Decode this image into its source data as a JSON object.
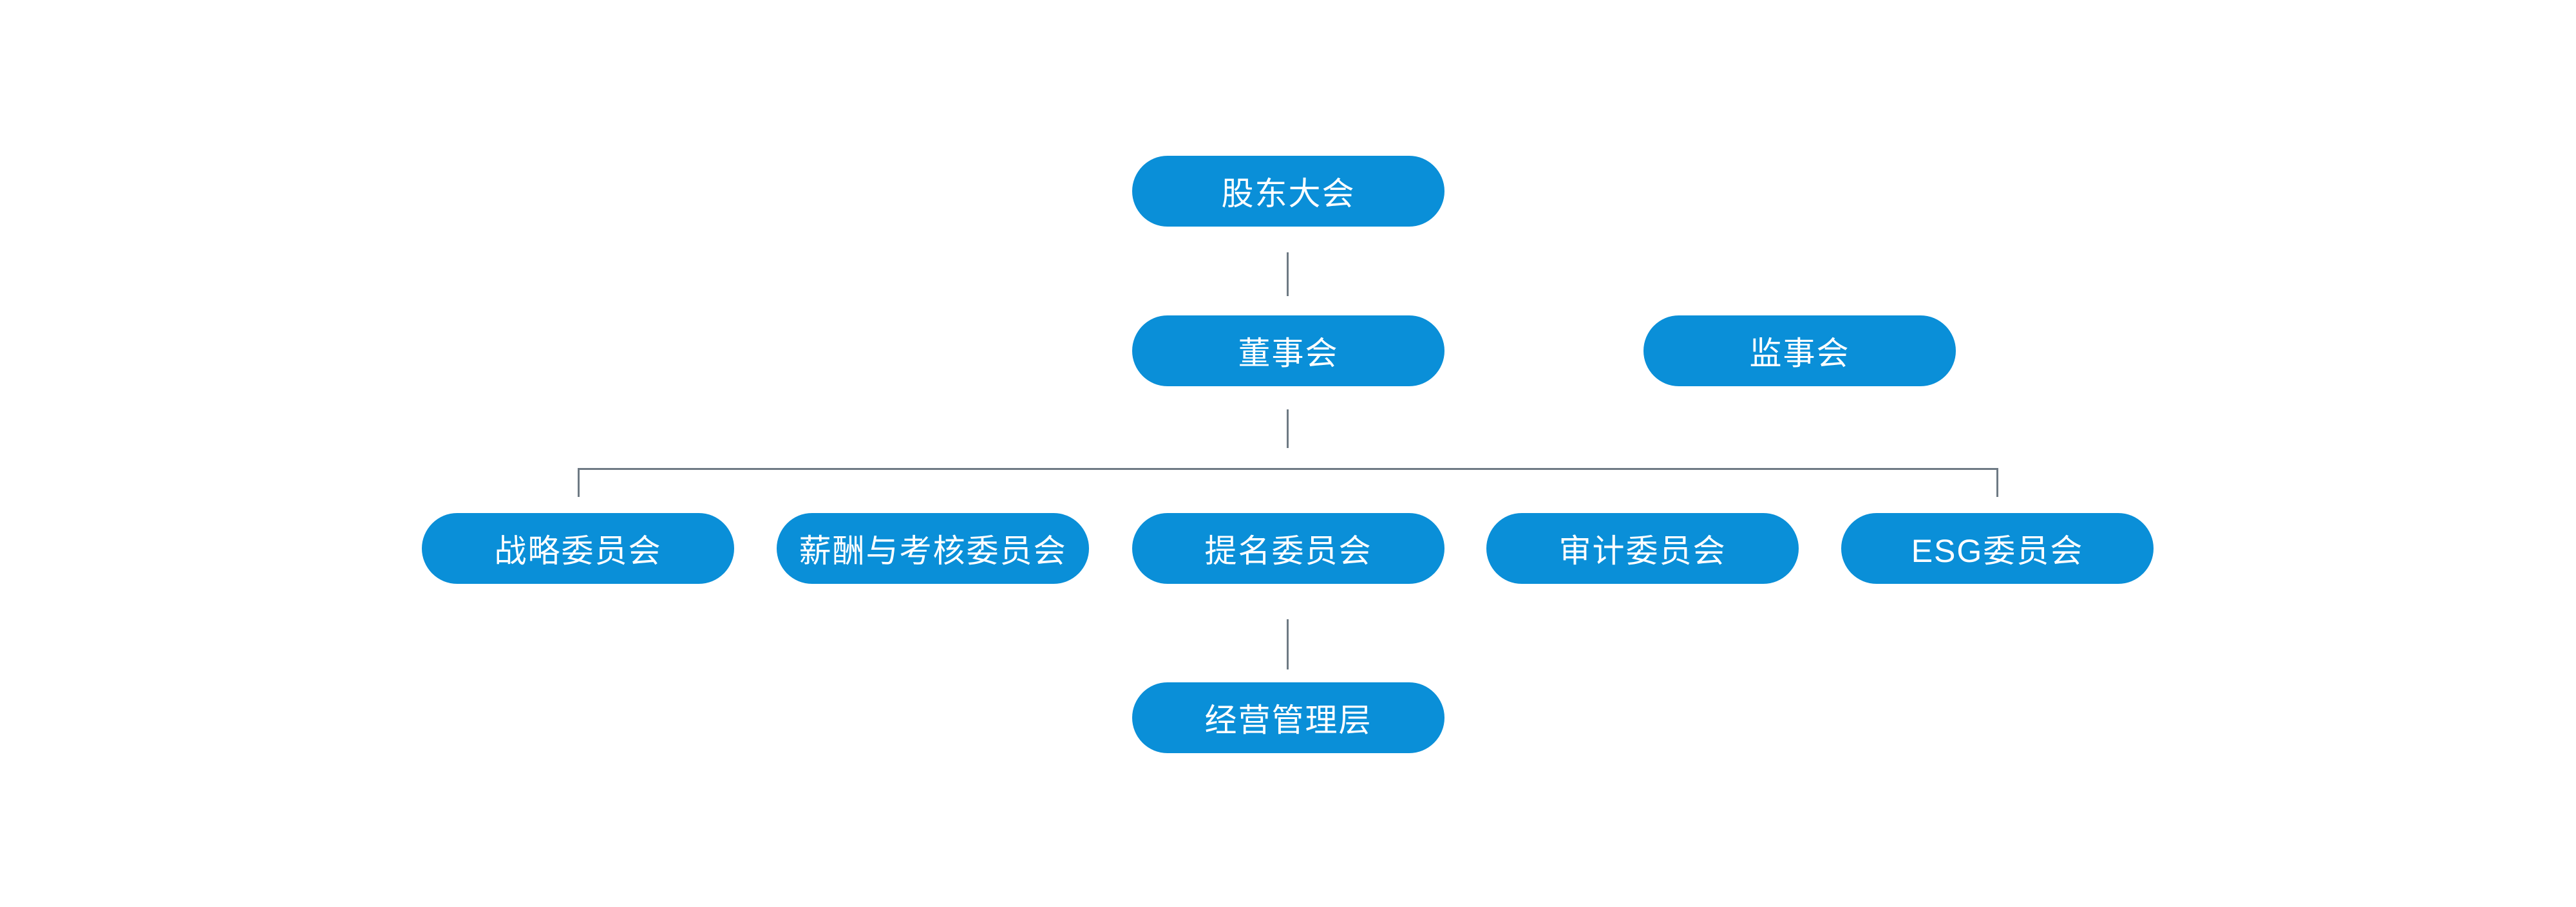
{
  "diagram": {
    "type": "org-chart",
    "background_color": "#ffffff",
    "node_fill_color": "#0a8fd8",
    "node_text_color": "#ffffff",
    "connector_color": "#6e7a84",
    "nodes": [
      {
        "id": "shareholders-meeting",
        "label": "股东大会",
        "level": 1
      },
      {
        "id": "board-of-directors",
        "label": "董事会",
        "level": 2
      },
      {
        "id": "supervisory-board",
        "label": "监事会",
        "level": 2
      },
      {
        "id": "strategy-committee",
        "label": "战略委员会",
        "level": 3
      },
      {
        "id": "remuneration-committee",
        "label": "薪酬与考核委员会",
        "level": 3
      },
      {
        "id": "nomination-committee",
        "label": "提名委员会",
        "level": 3
      },
      {
        "id": "audit-committee",
        "label": "审计委员会",
        "level": 3
      },
      {
        "id": "esg-committee",
        "label": "ESG委员会",
        "level": 3
      },
      {
        "id": "management-team",
        "label": "经营管理层",
        "level": 4
      }
    ],
    "edges": [
      {
        "from": "shareholders-meeting",
        "to": "board-of-directors"
      },
      {
        "from": "board-of-directors",
        "to": "committees-bus"
      },
      {
        "from": "committees-bus",
        "to": "strategy-committee"
      },
      {
        "from": "committees-bus",
        "to": "esg-committee"
      },
      {
        "from": "nomination-committee",
        "to": "management-team"
      }
    ],
    "notes": "监事会 node has no drawn connector"
  }
}
